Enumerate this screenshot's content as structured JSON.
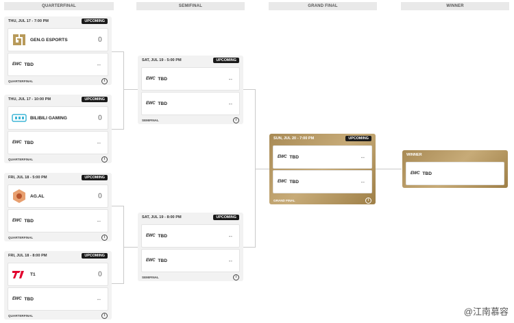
{
  "columns": [
    "QUARTERFINAL",
    "SEMIFINAL",
    "GRAND FINAL",
    "WINNER"
  ],
  "badge": "UPCOMING",
  "ewc_label": "EWC",
  "quarterfinals": [
    {
      "date": "THU, JUL 17 - 7:00 PM",
      "team1": "GEN.G ESPORTS",
      "score1": "0",
      "team2": "TBD",
      "score2": "--",
      "stage": "QUARTERFINAL"
    },
    {
      "date": "THU, JUL 17 - 10:00 PM",
      "team1": "BILIBILI GAMING",
      "score1": "0",
      "team2": "TBD",
      "score2": "--",
      "stage": "QUARTERFINAL"
    },
    {
      "date": "FRI, JUL 18 - 5:00 PM",
      "team1": "AG.AL",
      "score1": "0",
      "team2": "TBD",
      "score2": "--",
      "stage": "QUARTERFINAL"
    },
    {
      "date": "FRI, JUL 18 - 8:00 PM",
      "team1": "T1",
      "score1": "0",
      "team2": "TBD",
      "score2": "--",
      "stage": "QUARTERFINAL"
    }
  ],
  "semifinals": [
    {
      "date": "SAT, JUL 19 - 5:00 PM",
      "team1": "TBD",
      "score1": "--",
      "team2": "TBD",
      "score2": "--",
      "stage": "SEMIFINAL"
    },
    {
      "date": "SAT, JUL 19 - 8:00 PM",
      "team1": "TBD",
      "score1": "--",
      "team2": "TBD",
      "score2": "--",
      "stage": "SEMIFINAL"
    }
  ],
  "grand_final": {
    "date": "SUN, JUL 20 - 7:00 PM",
    "team1": "TBD",
    "score1": "--",
    "team2": "TBD",
    "score2": "--",
    "stage": "GRAND FINAL"
  },
  "winner": {
    "label": "WINNER",
    "team": "TBD"
  },
  "watermark": "@江南慕容",
  "colors": {
    "gold": "#b39460",
    "badge": "#1a1a1a",
    "card": "#f2f2f2"
  }
}
